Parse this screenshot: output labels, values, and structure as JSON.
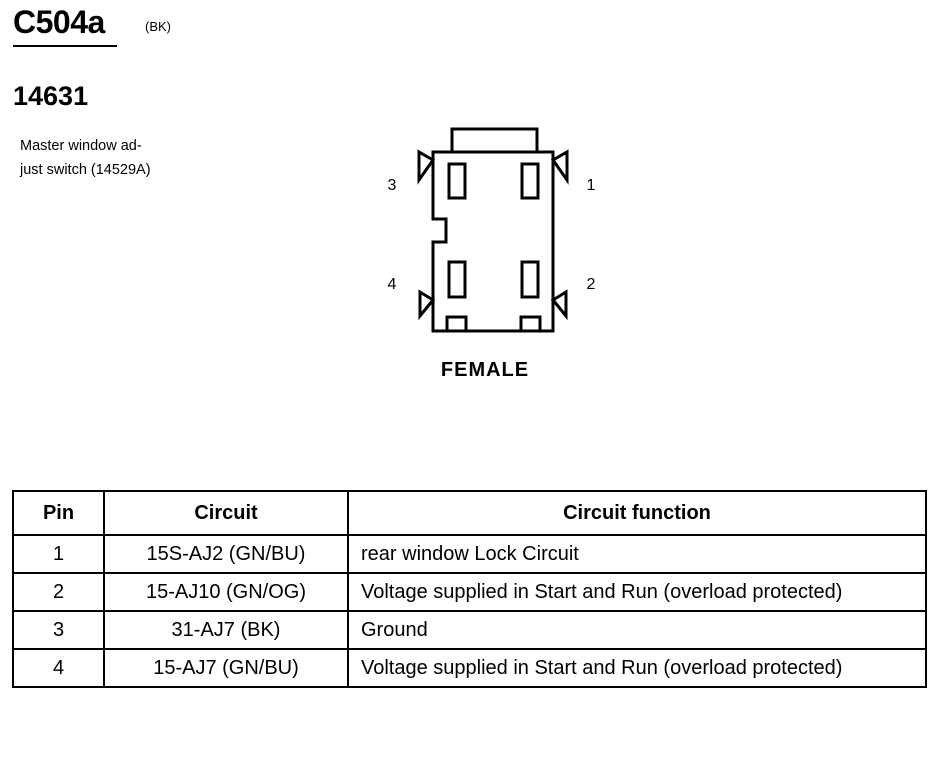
{
  "header": {
    "connector_id": "C504a",
    "connector_color": "(BK)",
    "part_number": "14631",
    "component_desc_lines": [
      "Master window ad-",
      "just switch (14529A)"
    ]
  },
  "connector": {
    "gender": "FEMALE",
    "pin_labels": [
      "1",
      "2",
      "3",
      "4"
    ]
  },
  "pin_table": {
    "headers": {
      "pin": "Pin",
      "circuit": "Circuit",
      "function": "Circuit function"
    },
    "rows": [
      {
        "pin": "1",
        "circuit": "15S-AJ2 (GN/BU)",
        "function": "rear window Lock Circuit"
      },
      {
        "pin": "2",
        "circuit": "15-AJ10 (GN/OG)",
        "function": "Voltage supplied in Start and Run (overload protected)"
      },
      {
        "pin": "3",
        "circuit": "31-AJ7 (BK)",
        "function": "Ground"
      },
      {
        "pin": "4",
        "circuit": "15-AJ7 (GN/BU)",
        "function": "Voltage supplied in Start and Run (overload protected)"
      }
    ]
  }
}
